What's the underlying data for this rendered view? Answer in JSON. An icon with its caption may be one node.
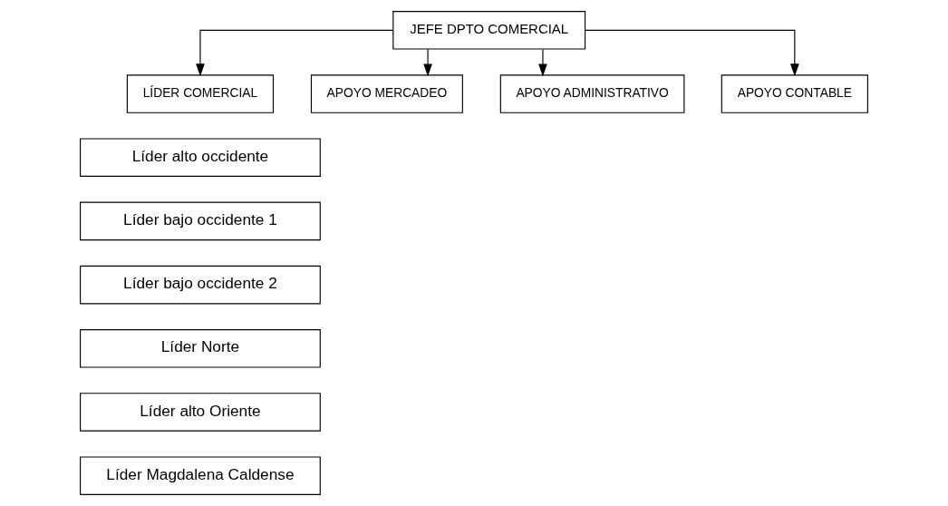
{
  "diagram": {
    "nodes": [
      {
        "text": [
          "JEFE DPTO COMERCIAL"
        ]
      },
      {
        "text": [
          "LÍDER COMERCIAL"
        ]
      },
      {
        "text": [
          "APOYO MERCADEO"
        ]
      },
      {
        "text": [
          "APOYO ADMINISTRATIVO"
        ]
      },
      {
        "text": [
          "APOYO CONTABLE"
        ]
      },
      {
        "text": [
          "Líder alto occidente"
        ]
      },
      {
        "text": [
          "Líder bajo occidente 1"
        ]
      },
      {
        "text": [
          "Líder bajo occidente 2"
        ]
      },
      {
        "text": [
          "Líder Norte"
        ]
      },
      {
        "text": [
          "Líder alto Oriente"
        ]
      },
      {
        "text": [
          "Líder Magdalena Caldense"
        ]
      }
    ],
    "edges": [
      {
        "from": 0,
        "to": 1,
        "arrow": "to"
      },
      {
        "from": 0,
        "to": 2,
        "arrow": "to"
      },
      {
        "from": 0,
        "to": 3,
        "arrow": "to"
      },
      {
        "from": 0,
        "to": 4,
        "arrow": "to"
      }
    ]
  }
}
